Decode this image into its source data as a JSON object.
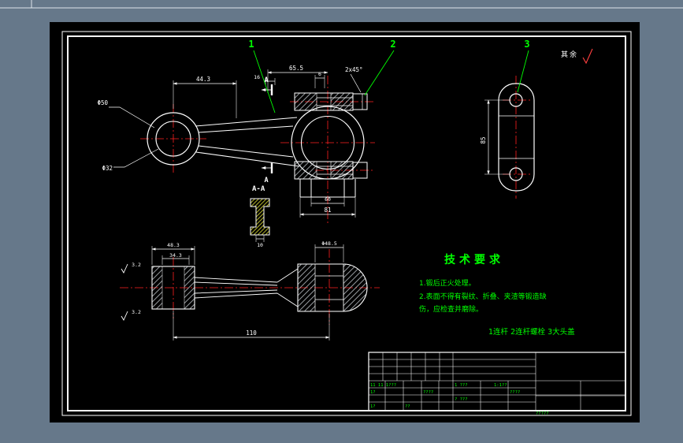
{
  "colors": {
    "background": "#66788a",
    "paper": "#000000",
    "line": "#ffffff",
    "centerline": "#ff2020",
    "annotation": "#00ff00",
    "hatch_yellow": "#caca30"
  },
  "balloons": {
    "b1": "1",
    "b2": "2",
    "b3": "3"
  },
  "surface_note": {
    "rest": "其余"
  },
  "top_view": {
    "dim_width_small": "44.3",
    "dim_width_big": "65.5",
    "dim_rib": "16",
    "dim_boss": "6",
    "chamfer": "2x45°",
    "section_label_top": "A",
    "section_label_bottom": "A",
    "phi_outer": "Φ50",
    "phi_inner": "Φ32",
    "dim_cap_inner": "60",
    "dim_cap_outer": "81"
  },
  "section_aa": {
    "label": "A-A",
    "dim_web": "10"
  },
  "right_view": {
    "dim_hole_span": "85"
  },
  "bottom_view": {
    "dim_small_outer": "48.3",
    "dim_small_inner": "34.3",
    "dim_big_width": "Φ48.5",
    "dim_length": "110",
    "rough_top": "3.2",
    "rough_bottom": "3.2"
  },
  "tech_notes": {
    "title": "技术要求",
    "line1": "1.锻后正火处理。",
    "line2": "2.表面不得有裂纹、折叠、夹渣等锻造缺",
    "line3": "伤，应检查并磨除。",
    "parts_note": "1连杆  2连杆螺栓  3大头盖"
  },
  "title_block": {
    "c1": "11 11 1???",
    "c2": "1 ???",
    "c3": "1:1??",
    "c4": "1?",
    "c5": "????",
    "c6": "? ???",
    "c7": "1?",
    "c8": "??",
    "c9": "????",
    "c10": "?????"
  }
}
